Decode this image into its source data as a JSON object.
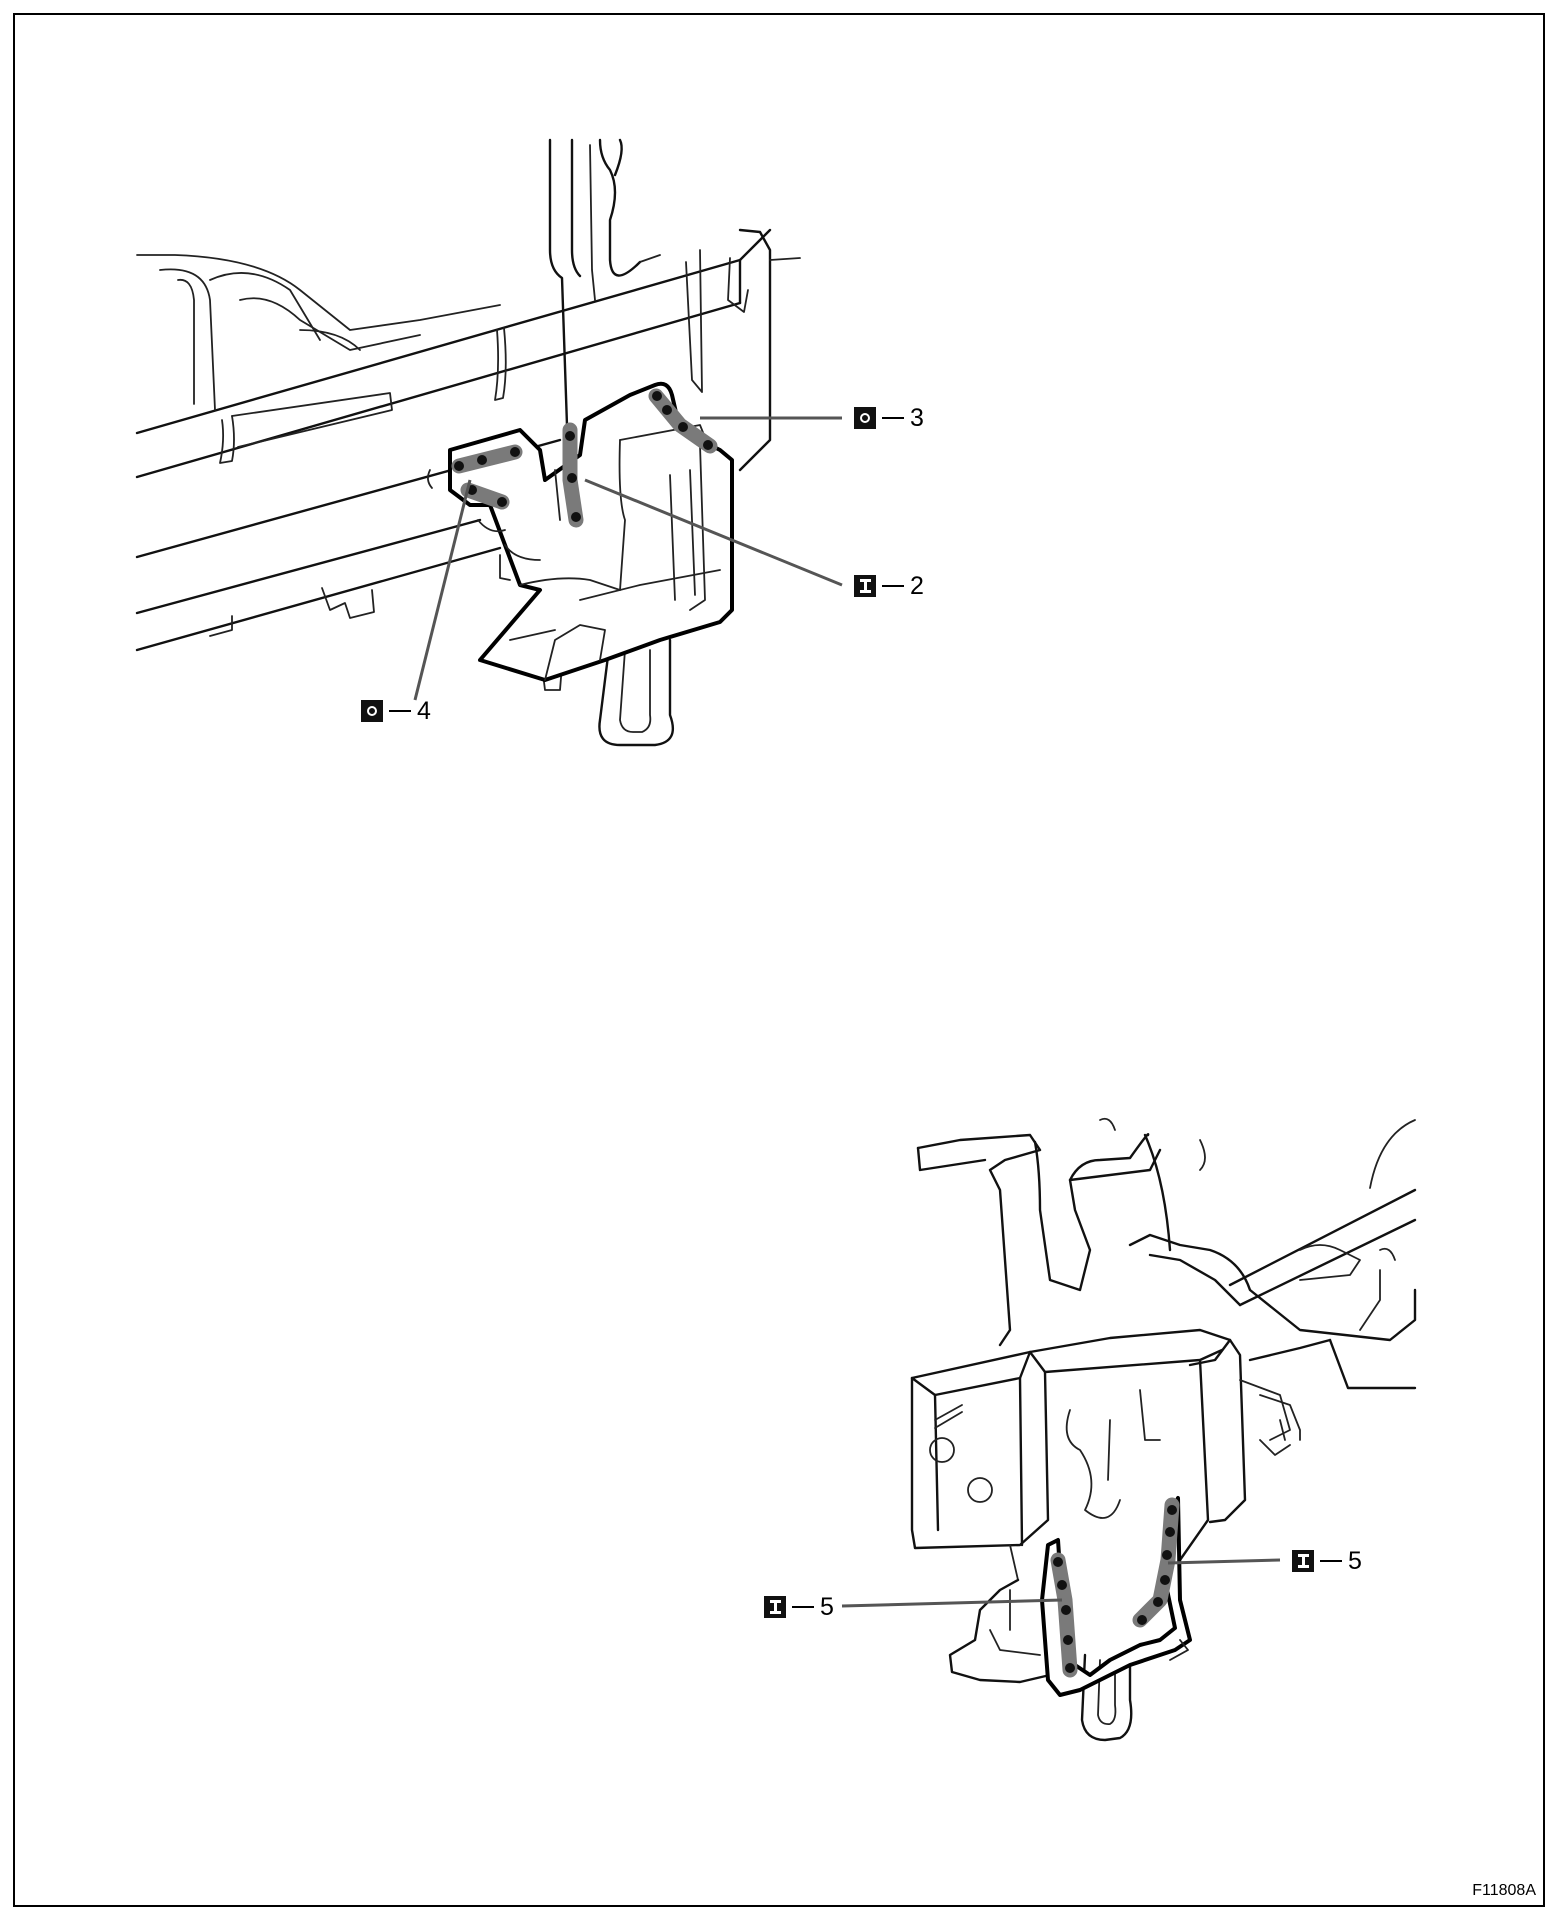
{
  "figure_code": "F11808A",
  "callouts": {
    "c3": {
      "symbol": "o-symbol",
      "number": "3"
    },
    "c2": {
      "symbol": "i-symbol",
      "number": "2"
    },
    "c4": {
      "symbol": "o-symbol",
      "number": "4"
    },
    "c5_right": {
      "symbol": "i-symbol",
      "number": "5"
    },
    "c5_left": {
      "symbol": "i-symbol",
      "number": "5"
    }
  },
  "colors": {
    "weld_seam": "#7a7a7a",
    "line": "#111111",
    "background": "#ffffff"
  }
}
